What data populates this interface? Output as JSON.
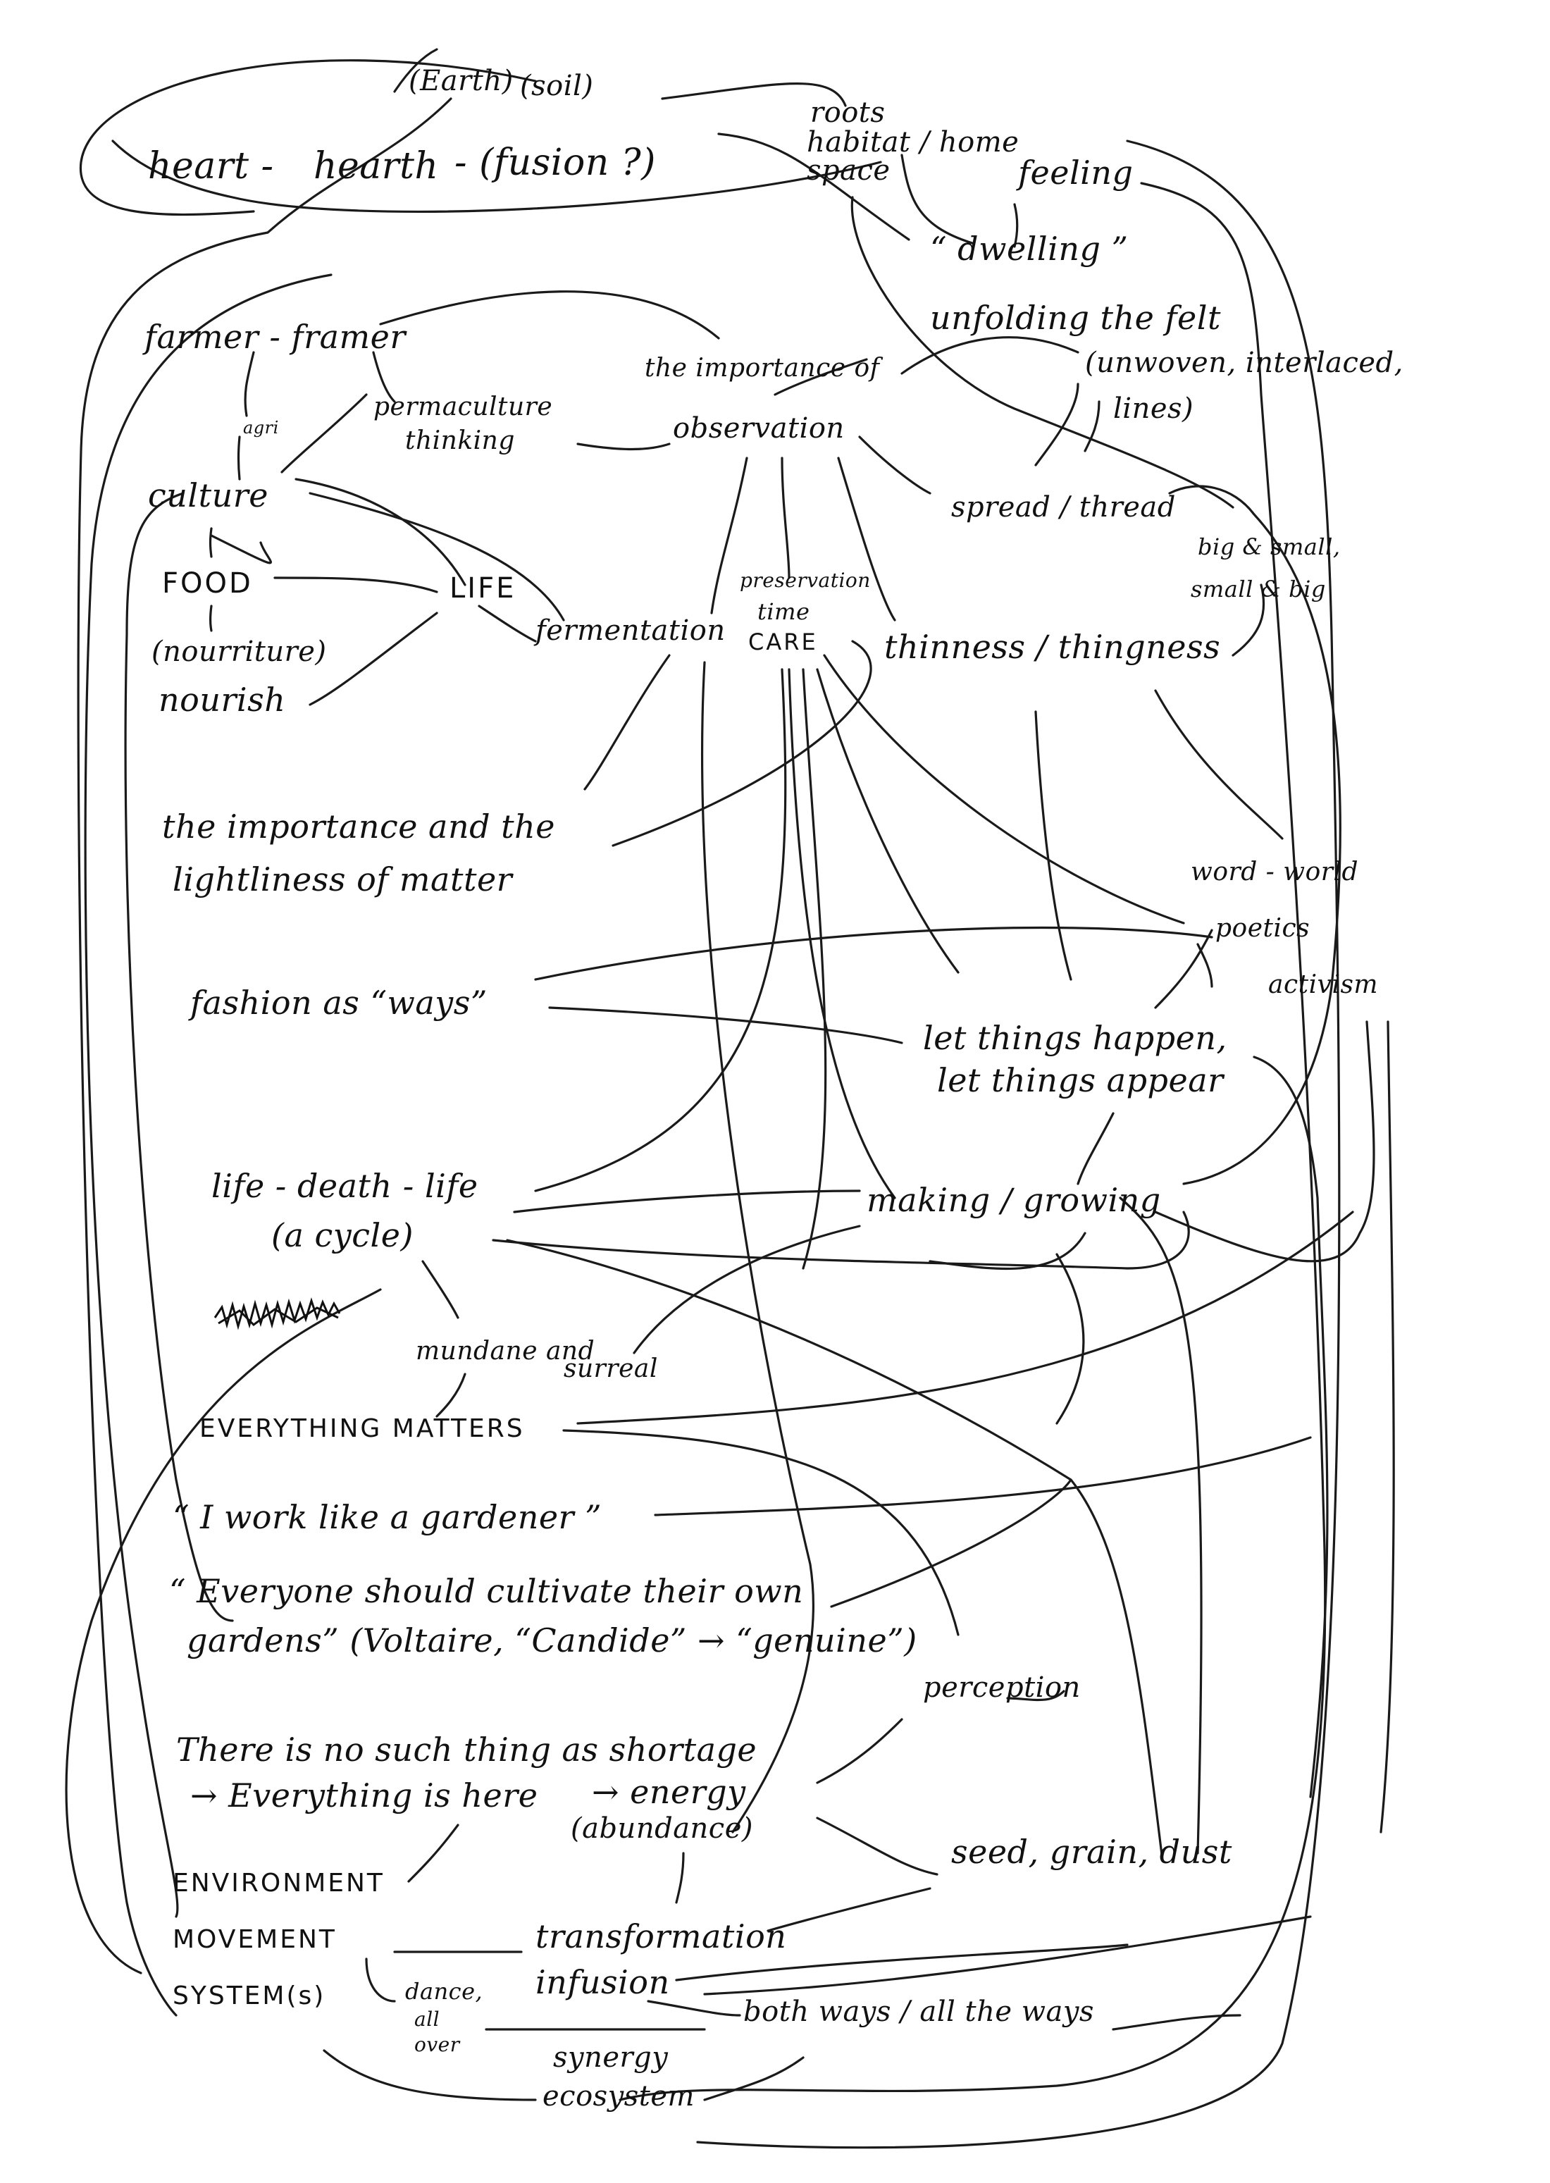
{
  "nodes": {
    "earth": "(Earth)",
    "soil": "(soil)",
    "roots": "roots",
    "habitat_home": "habitat / home",
    "space": "space",
    "heart": "heart -",
    "hearth": "hearth",
    "fusion": "- (fusion ?)",
    "feeling": "feeling",
    "dwelling": "“ dwelling ”",
    "unfolding": "unfolding the felt",
    "unwoven": "(unwoven, interlaced,",
    "lines": "lines)",
    "farmer_framer": "farmer - framer",
    "agri": "agri",
    "permaculture_1": "permaculture",
    "permaculture_2": "thinking",
    "importance_of": "the importance of",
    "observation": "observation",
    "culture": "culture",
    "spread_thread": "spread / thread",
    "big_small_1": "big & small,",
    "big_small_2": "small & big",
    "food": "FOOD",
    "life_caps": "LIFE",
    "fermentation": "fermentation",
    "preservation": "preservation",
    "time": "time",
    "care": "CARE",
    "thinness": "thinness / thingness",
    "nourriture": "(nourriture)",
    "nourish": "nourish",
    "importance_matter_1": "the importance and the",
    "importance_matter_2": "lightliness of matter",
    "word_world": "word - world",
    "poetics": "poetics",
    "activism": "activism",
    "fashion_ways": "fashion as “ways”",
    "let_happen": "let things happen,",
    "let_appear": "let things appear",
    "life_death_life": "life - death - life",
    "a_cycle": "(a cycle)",
    "making_growing": "making / growing",
    "mundane": "mundane and",
    "surreal": "surreal",
    "everything_matters": "EVERYTHING MATTERS",
    "gardener": "“ I work like a gardener ”",
    "cultivate_1": "“ Everyone should cultivate their own",
    "cultivate_2": "gardens” (Voltaire, “Candide” → “genuine”)",
    "perception": "perception",
    "shortage": "There is no such thing as shortage",
    "everything_here": "→ Everything is here",
    "arrow_energy": "→ energy",
    "abundance": "(abundance)",
    "seed": "seed, grain, dust",
    "environment": "ENVIRONMENT",
    "movement": "MOVEMENT",
    "transformation": "transformation",
    "infusion": "infusion",
    "systems": "SYSTEM(s)",
    "dance_1": "dance,",
    "dance_2": "all",
    "dance_3": "over",
    "both_ways": "both ways / all the ways",
    "synergy": "synergy",
    "ecosystem": "ecosystem"
  }
}
